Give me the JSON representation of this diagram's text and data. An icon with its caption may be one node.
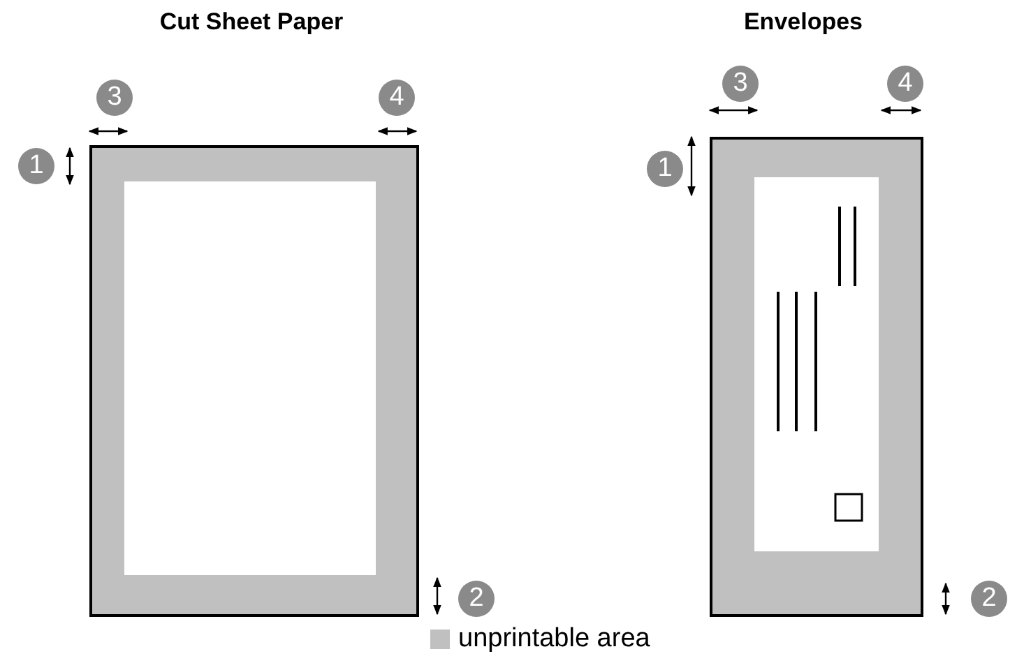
{
  "diagram": {
    "nodes": [
      {
        "text": [
          "Cut Sheet Paper"
        ]
      },
      {
        "text": [
          "Envelopes"
        ]
      }
    ],
    "labels": [
      "3",
      "4",
      "1",
      "2",
      "3",
      "4",
      "1",
      "2"
    ],
    "legend": [
      {
        "text": "unprintable area",
        "color": "#c0c0c0"
      }
    ]
  }
}
